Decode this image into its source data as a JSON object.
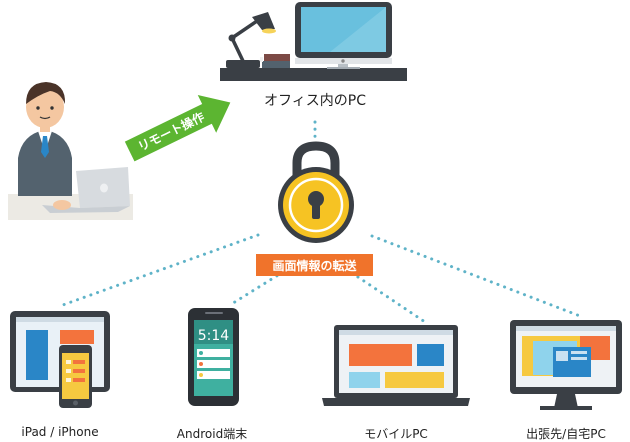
{
  "office_pc_label": "オフィス内のPC",
  "remote_arrow_label": "リモート操作",
  "transfer_label": "画面情報の転送",
  "devices": [
    {
      "label": "iPad / iPhone"
    },
    {
      "label": "Android端末"
    },
    {
      "label": "モバイルPC"
    },
    {
      "label": "出張先/自宅PC"
    }
  ],
  "phone_clock": "5:14",
  "colors": {
    "arrow_green": "#5cb531",
    "transfer_orange": "#f0732b",
    "lock_yellow": "#f6c323",
    "dotted_line": "#5fb3c8",
    "screen_blue": "#2a86c7",
    "screen_orange": "#f3733d",
    "screen_yellow": "#f6c940",
    "device_dark": "#3a3f45"
  }
}
